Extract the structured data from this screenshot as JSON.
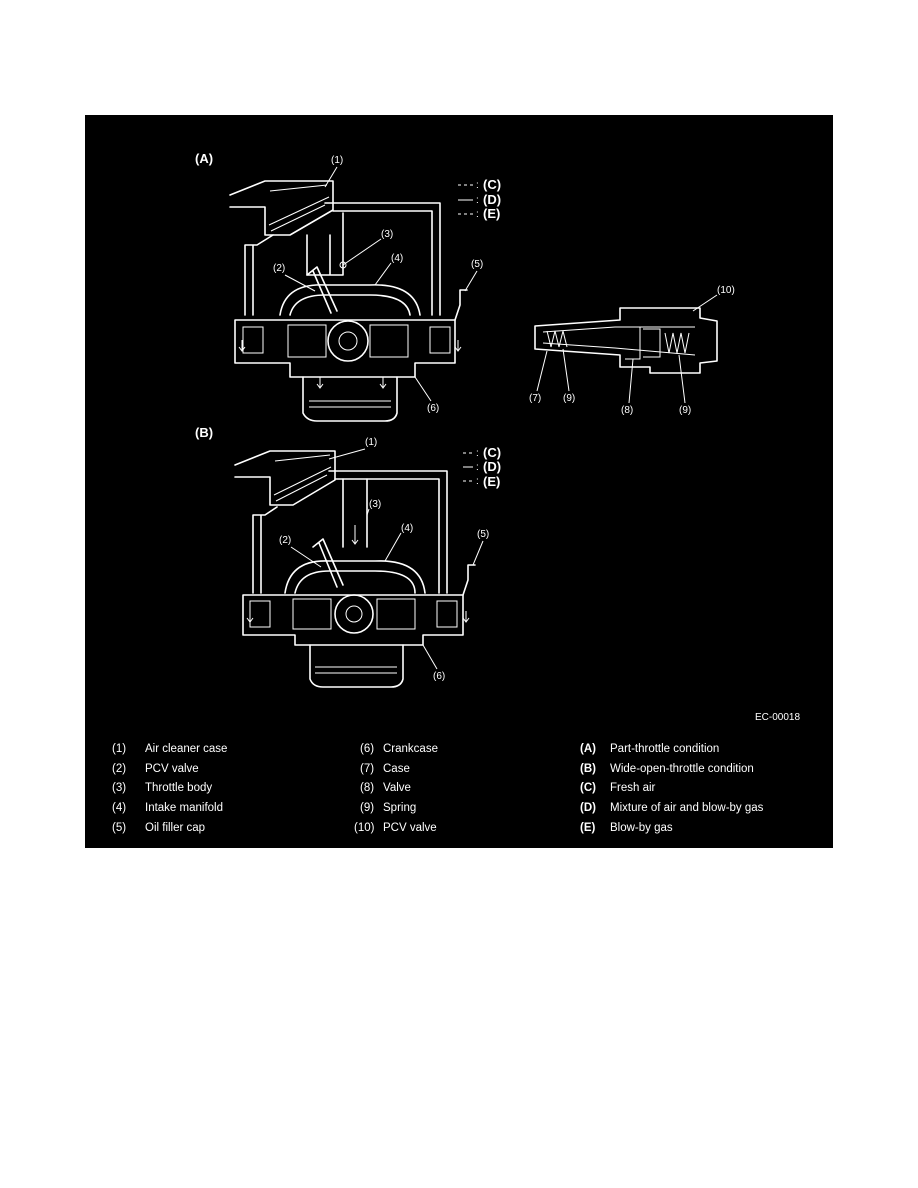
{
  "diagram_a": {
    "label": "(A)",
    "callouts": [
      "(1)",
      "(2)",
      "(3)",
      "(4)",
      "(5)",
      "(6)"
    ],
    "key": [
      "(C)",
      "(D)",
      "(E)"
    ]
  },
  "diagram_b": {
    "label": "(B)",
    "callouts": [
      "(1)",
      "(2)",
      "(3)",
      "(4)",
      "(5)",
      "(6)"
    ],
    "key": [
      "(C)",
      "(D)",
      "(E)"
    ]
  },
  "valve_detail": {
    "callouts": [
      "(10)",
      "(7)",
      "(9)",
      "(8)",
      "(9)"
    ]
  },
  "figure_id": "EC-00018",
  "legend": {
    "col1": [
      {
        "num": "(1)",
        "text": "Air cleaner case"
      },
      {
        "num": "(2)",
        "text": "PCV valve"
      },
      {
        "num": "(3)",
        "text": "Throttle body"
      },
      {
        "num": "(4)",
        "text": "Intake manifold"
      },
      {
        "num": "(5)",
        "text": "Oil filler cap"
      }
    ],
    "col2": [
      {
        "num": "(6)",
        "text": "Crankcase"
      },
      {
        "num": "(7)",
        "text": "Case"
      },
      {
        "num": "(8)",
        "text": "Valve"
      },
      {
        "num": "(9)",
        "text": "Spring"
      },
      {
        "num": "(10)",
        "text": "PCV valve"
      }
    ],
    "col3": [
      {
        "num": "(A)",
        "text": "Part-throttle condition"
      },
      {
        "num": "(B)",
        "text": "Wide-open-throttle condition"
      },
      {
        "num": "(C)",
        "text": "Fresh air"
      },
      {
        "num": "(D)",
        "text": "Mixture of air and blow-by gas"
      },
      {
        "num": "(E)",
        "text": "Blow-by gas"
      }
    ]
  }
}
